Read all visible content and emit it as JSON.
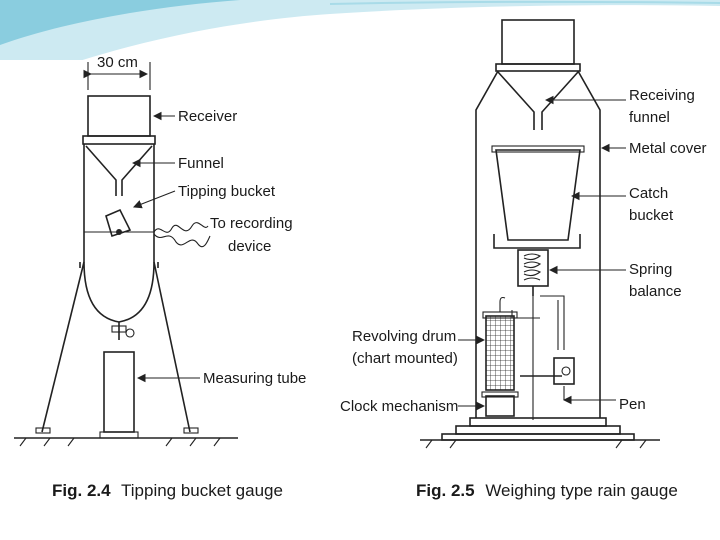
{
  "fig24": {
    "dimension": "30 cm",
    "receiver": "Receiver",
    "funnel": "Funnel",
    "tipping_bucket": "Tipping bucket",
    "to_recording_1": "To recording",
    "to_recording_2": "device",
    "measuring_tube": "Measuring tube",
    "caption_num": "Fig. 2.4",
    "caption_text": "Tipping bucket gauge"
  },
  "fig25": {
    "receiving_1": "Receiving",
    "receiving_2": "funnel",
    "metal_cover": "Metal cover",
    "catch_1": "Catch",
    "catch_2": "bucket",
    "spring_1": "Spring",
    "spring_2": "balance",
    "drum_1": "Revolving drum",
    "drum_2": "(chart mounted)",
    "clock": "Clock mechanism",
    "pen": "Pen",
    "caption_num": "Fig. 2.5",
    "caption_text": "Weighing type rain gauge"
  },
  "colors": {
    "accent": "#7ec8dc",
    "accent_light": "#cdeaf2",
    "ink": "#1a1a1a"
  }
}
